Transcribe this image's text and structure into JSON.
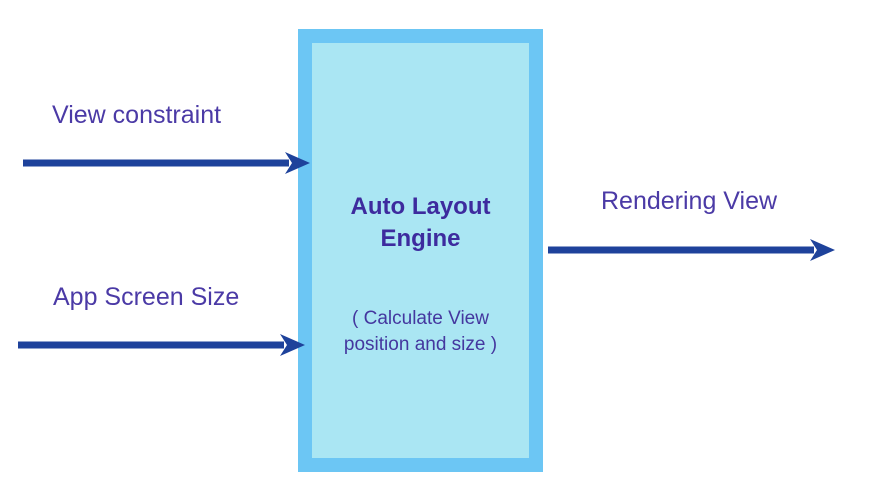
{
  "inputs": [
    {
      "label": "View constraint"
    },
    {
      "label": "App Screen Size"
    }
  ],
  "engine": {
    "title": "Auto Layout Engine",
    "subtitle": "( Calculate View position and size )"
  },
  "output": {
    "label": "Rendering View"
  },
  "icons": {
    "input_arrow_1": "arrow-right-icon",
    "input_arrow_2": "arrow-right-icon",
    "output_arrow": "arrow-right-icon"
  },
  "colors": {
    "arrow": "#1e429b",
    "label": "#4b3aa6",
    "engine-title": "#3d2b9e",
    "engine-subtitle": "#44379f",
    "box-border": "#6cc6f4",
    "box-fill": "#aae6f3",
    "bg": "#ffffff"
  }
}
